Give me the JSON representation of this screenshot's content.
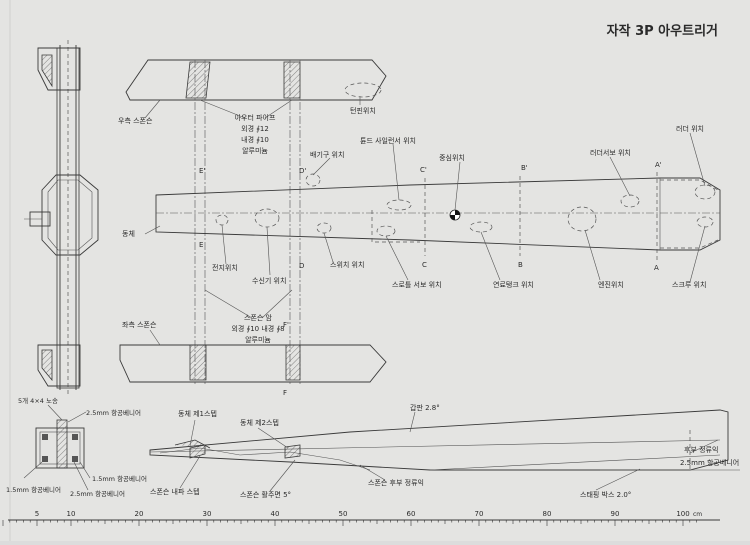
{
  "title": "자작 3P 아우트리거",
  "labels": {
    "right_sponson": "우측 스폰슨",
    "left_sponson": "좌측 스폰슨",
    "turnfin": "턴핀위치",
    "outer_pipe_1": "아우터 파이프",
    "outer_pipe_2": "외경 ∮12",
    "outer_pipe_3": "내경 ∮10",
    "outer_pipe_4": "알루미늄",
    "exhaust": "배기구 위치",
    "tuned_silencer": "튠드 사일런서 위치",
    "center": "중심위치",
    "rudder_servo": "러더서보 위치",
    "rudder": "러더 위치",
    "hull": "동체",
    "battery": "전지위치",
    "receiver": "수신기 위치",
    "switch": "스위치 위치",
    "throttle_servo": "스로틀 서보 위치",
    "fuel_tank": "연료탱크 위치",
    "engine": "엔진위치",
    "screw": "스크루 위치",
    "sponson_arm_1": "스폰슨 암",
    "sponson_arm_2": "외경 ∮10 내경 ∮8",
    "sponson_arm_3": "알루미늄",
    "sec_C1": "C'",
    "sec_B1": "B'",
    "sec_A1": "A'",
    "sec_C": "C",
    "sec_B": "B",
    "sec_A": "A",
    "sec_E1": "E'",
    "sec_D1": "D'",
    "sec_E": "E",
    "sec_D": "D",
    "sec_F1": "F'",
    "sec_F": "F",
    "balsa_5": "5개 4×4 노송",
    "ply_25a": "2.5mm 항공베니어",
    "ply_15a": "1.5mm 항공베니어",
    "ply_15b": "1.5mm 항공베니어",
    "ply_25b": "2.5mm 항공베니어",
    "hull_step1": "동체 제1스텝",
    "hull_step2": "동체 제2스텝",
    "deck": "갑판 2.8°",
    "rear_rail": "후부 정류익",
    "rear_rail_2": "2.5mm 항공베니어",
    "sponson_inner_step": "스폰슨 내파 스텝",
    "sponson_surface": "스폰슨 활주면 5°",
    "sponson_rear_rail": "스폰슨 후부 정류익",
    "transom": "스태핑 박스 2.0°"
  },
  "ruler": {
    "ticks": [
      "5",
      "10",
      "20",
      "30",
      "40",
      "50",
      "60",
      "70",
      "80",
      "90",
      "100"
    ],
    "unit": "cm"
  }
}
